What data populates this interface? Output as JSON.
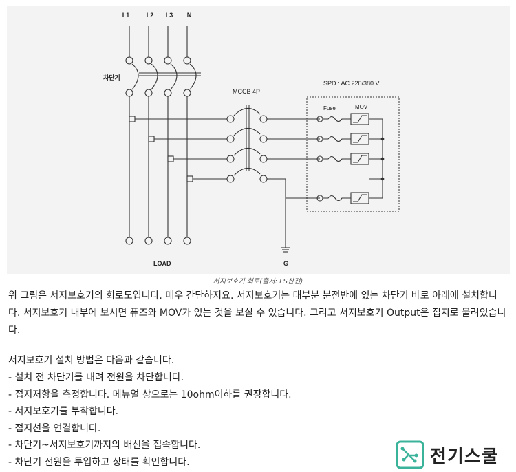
{
  "figure": {
    "line_labels": [
      "L1",
      "L2",
      "L3",
      "N"
    ],
    "breaker_label": "차단기",
    "mccb_label": "MCCB 4P",
    "spd_label": "SPD : AC 220/380 V",
    "fuse_label": "Fuse",
    "mov_label": "MOV",
    "load_label": "LOAD",
    "ground_label": "G"
  },
  "caption": "서지보호기 회로(출처: LS산전)",
  "paragraph": "위 그림은 서지보호기의 회로도입니다. 매우 간단하지요. 서지보호기는 대부분 분전반에 있는 차단기 바로 아래에 설치합니다. 서지보호기 내부에 보시면 퓨즈와 MOV가 있는 것을 보실 수 있습니다. 그리고 서지보호기 Output은 접지로 물려있습니다.",
  "steps_title": "서지보호기 설치 방법은 다음과 같습니다.",
  "steps": [
    "- 설치 전 차단기를 내려 전원을 차단합니다.",
    "- 접지저항을 측정합니다. 메뉴얼 상으로는 10ohm이하를 권장합니다.",
    "- 서지보호기를 부착합니다.",
    "- 접지선을 연결합니다.",
    "- 차단기~서지보호기까지의 배선을 접속합니다.",
    "- 차단기 전원을 투입하고 상태를 확인합니다."
  ],
  "brand": {
    "name": "전기스쿨",
    "icon": "circuit-board-icon",
    "color": "#3bb39b"
  }
}
